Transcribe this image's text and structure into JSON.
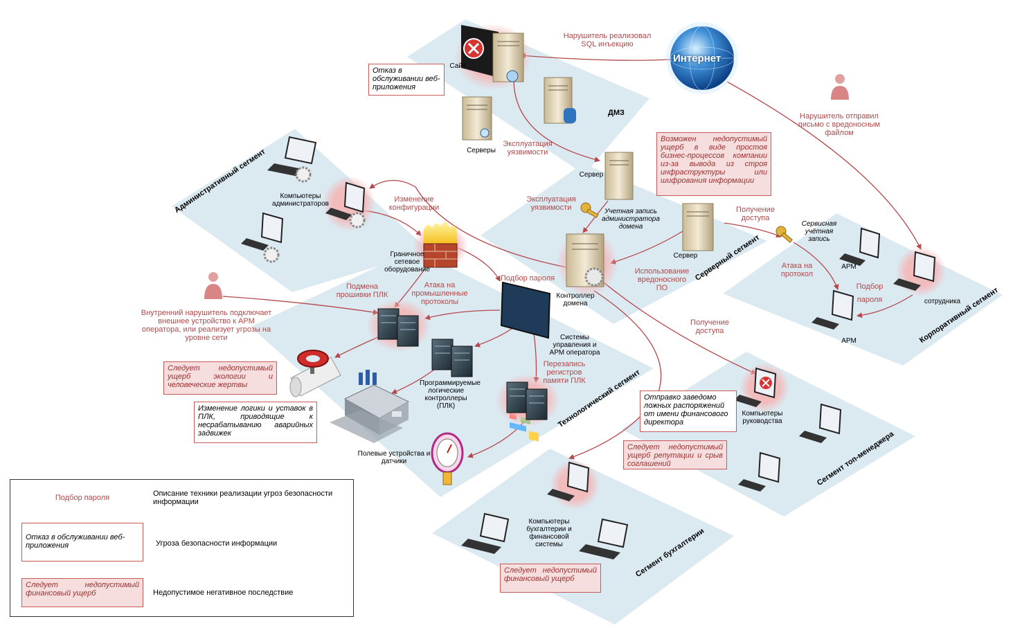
{
  "colors": {
    "segment_fill": "#dbe9f1",
    "arrow": "#b4474a",
    "technique_text": "#b04848",
    "threat_border": "#c45a5a",
    "consequence_fill": "#f7dede",
    "consequence_text": "#9b2f2f"
  },
  "segments": {
    "dmz": "ДМЗ",
    "admin": "Административный сегмент",
    "server": "Серверный сегмент",
    "corporate": "Корпоративный сегмент",
    "tech": "Технологический сегмент",
    "top": "Сегмент топ-менеджера",
    "accounting": "Сегмент бухгалтерии"
  },
  "nodes": {
    "internet": "Интернет",
    "site": "Сайт",
    "servers": "Серверы",
    "server_dmz": "Сервер",
    "admin_pcs": "Компьютеры администраторов",
    "firewall": "Граничное сетевое оборудование",
    "server_seg": "Сервер",
    "domain_controller": "Контроллер домена",
    "admin_account": "Учетная запись администратора домена",
    "service_account": "Сервисная учётная запись",
    "arm1": "АРМ",
    "arm2": "АРМ",
    "employee": "сотрудника",
    "scada": "Системы управления и АРМ оператора",
    "plc": "Программируемые логические контроллеры (ПЛК)",
    "field": "Полевые устройства и датчики",
    "mgmt_pcs": "Компьютеры руководства",
    "acc_pcs": "Компьютеры бухгалтерии и финансовой системы"
  },
  "techniques": {
    "sql": "Нарушитель реализовал SQL инъекцию",
    "exploit1": "Эксплуатация уязвимости",
    "exploit2": "Эксплуатация уязвимости",
    "config": "Изменение конфигурации",
    "email": "Нарушитель отправил письмо с вредоносным файлом",
    "access1": "Получение доступа",
    "access2": "Получение доступа",
    "attack_proto": "Атака на протокол",
    "malware": "Использование вредоносного ПО",
    "brute1": "Подбор пароля",
    "brute2_a": "Подбор",
    "brute2_b": "пароля",
    "firmware": "Подмена прошивки ПЛК",
    "industrial": "Атака на промышленные протоколы",
    "registers": "Перезапись регистров памяти ПЛК",
    "insider": "Внутренний нарушитель подключает внешнее устройство к АРМ оператора, или реализует угрозы на уровне сети"
  },
  "threats": {
    "dos": "Отказ в обслуживании веб-приложения",
    "logic": "Изменение логики и уставок в ПЛК, приводящие к несрабатыванию аварийных задвижек",
    "fake_orders": "Отправко заведомо ложных распоряжений от имени финансового директора"
  },
  "consequences": {
    "business": "Возможен недопустимый ущерб в виде простоя бизнес-процессов компании из-за вывода из строя инфраструктуры или шифрования информации",
    "ecology": "Следует недопустимый ущерб экологии и человеческие жертвы",
    "reputation": "Следует недопустимый ущерб репутации и срыв соглашений",
    "finance": "Следует недопустимый финансовый ущерб"
  },
  "legend": {
    "technique_sample": "Подбор пароля",
    "technique_desc": "Описание техники реализации угроз безопасности информации",
    "threat_sample": "Отказ в обслуживании веб-приложения",
    "threat_desc": "Угроза безопасности информации",
    "consequence_sample": "Следует недопустимый финансовый ущерб",
    "consequence_desc": "Недопустимое негативное последствие"
  }
}
